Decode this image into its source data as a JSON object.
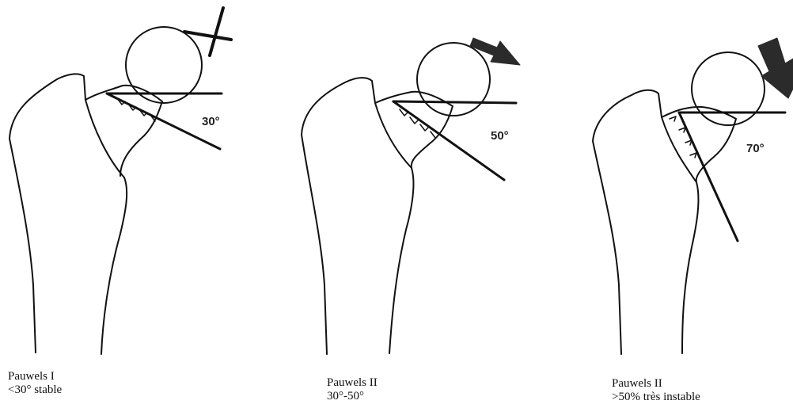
{
  "panels": [
    {
      "angle_label": "30°",
      "title": "Pauwels I",
      "subtitle": "<30° stable"
    },
    {
      "angle_label": "50°",
      "title": "Pauwels II",
      "subtitle": "30°-50°"
    },
    {
      "angle_label": "70°",
      "title": "Pauwels II",
      "subtitle": ">50% très instable"
    }
  ],
  "colors": {
    "ink": "#111111",
    "arrow_fill": "#2b2b2b",
    "background": "#ffffff"
  },
  "icons": [
    "cross-mark-icon",
    "arrow-icon",
    "large-arrow-icon"
  ]
}
